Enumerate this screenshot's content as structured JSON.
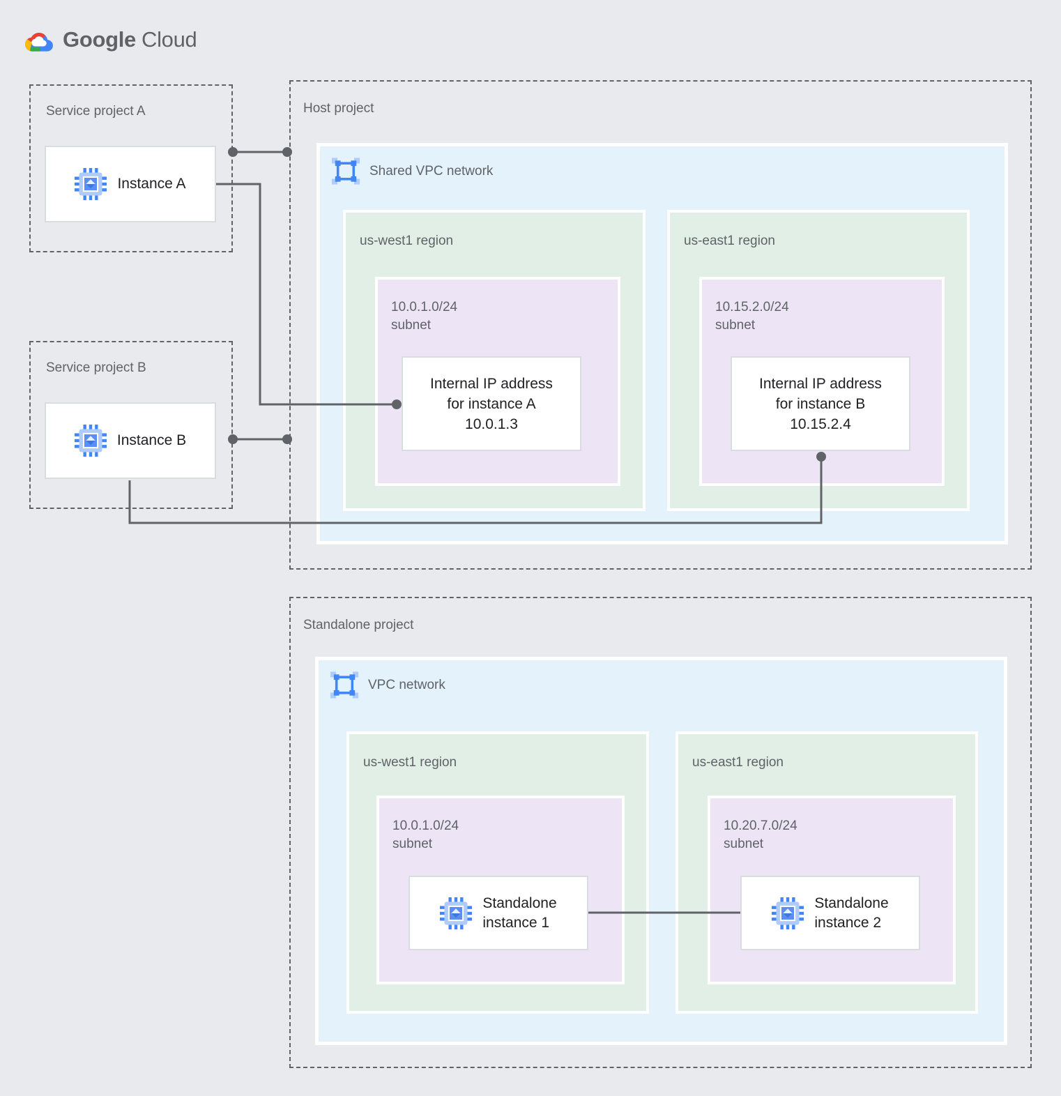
{
  "palette": {
    "background": "#E8EAED",
    "network_fill": "#E4F2FC",
    "region_fill": "#E1EFE6",
    "subnet_fill": "#EDE4F6",
    "card_fill": "#FFFFFF",
    "card_border": "#D9DCE0",
    "dashed_border": "#5F6368",
    "connector": "#5F6368",
    "label_text": "#5F6368",
    "card_text": "#202124",
    "icon_blue": "#4285F4",
    "icon_blue_light": "#AECBFA",
    "logo_red": "#EA4335",
    "logo_yellow": "#FBBC04",
    "logo_green": "#34A853",
    "logo_blue": "#4285F4"
  },
  "logo": {
    "brand": "Google",
    "product": "Cloud"
  },
  "projects": {
    "service_a": {
      "label": "Service project A",
      "instance_label": "Instance A"
    },
    "service_b": {
      "label": "Service project B",
      "instance_label": "Instance B"
    },
    "host": {
      "label": "Host project",
      "network_label": "Shared VPC network",
      "regions": [
        {
          "label": "us-west1 region",
          "subnet_cidr": "10.0.1.0/24",
          "subnet_word": "subnet",
          "ip_card": {
            "line1": "Internal IP address",
            "line2": "for instance A",
            "line3": "10.0.1.3"
          }
        },
        {
          "label": "us-east1 region",
          "subnet_cidr": "10.15.2.0/24",
          "subnet_word": "subnet",
          "ip_card": {
            "line1": "Internal IP address",
            "line2": "for instance B",
            "line3": "10.15.2.4"
          }
        }
      ]
    },
    "standalone": {
      "label": "Standalone project",
      "network_label": "VPC network",
      "regions": [
        {
          "label": "us-west1 region",
          "subnet_cidr": "10.0.1.0/24",
          "subnet_word": "subnet",
          "instance": {
            "line1": "Standalone",
            "line2": "instance 1"
          }
        },
        {
          "label": "us-east1 region",
          "subnet_cidr": "10.20.7.0/24",
          "subnet_word": "subnet",
          "instance": {
            "line1": "Standalone",
            "line2": "instance 2"
          }
        }
      ]
    }
  }
}
